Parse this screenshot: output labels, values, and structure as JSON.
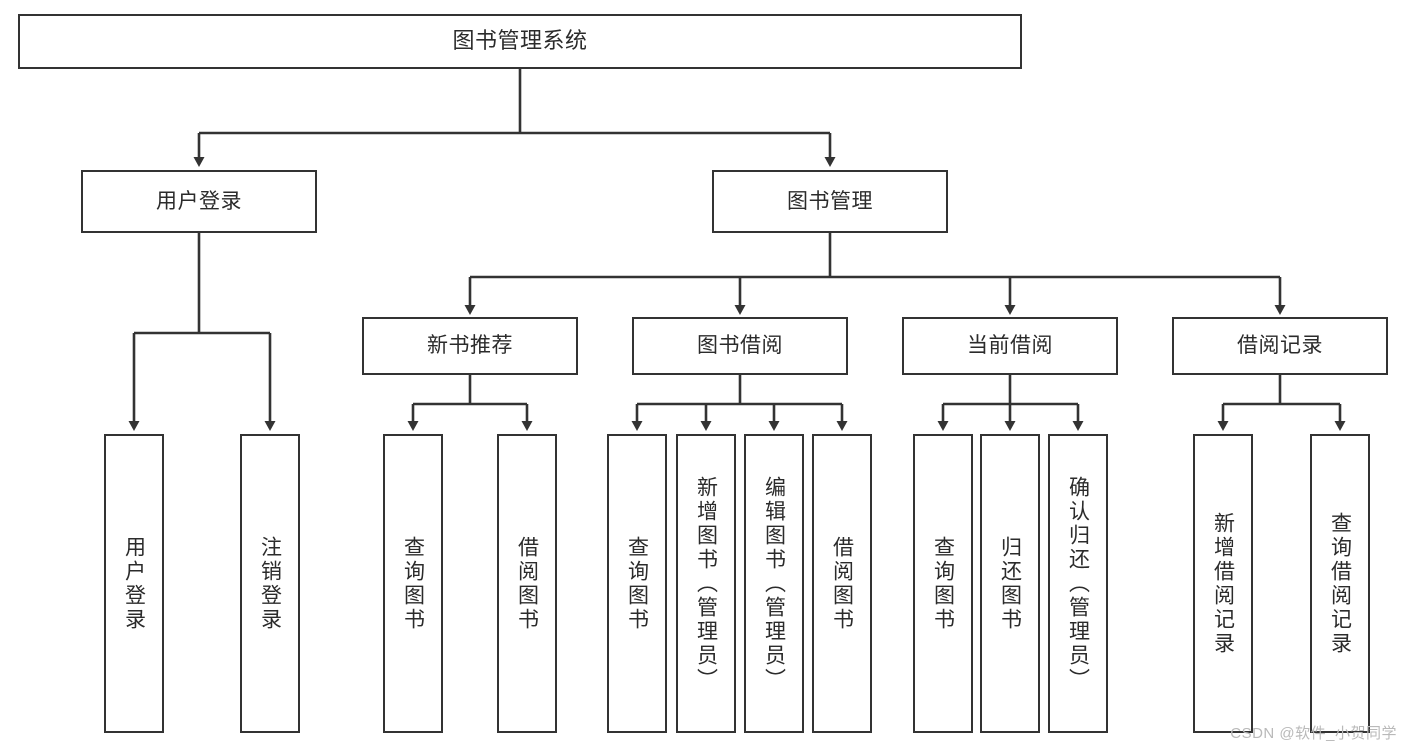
{
  "diagram": {
    "title": "图书管理系统",
    "type": "tree-hierarchy",
    "colors": {
      "box_stroke": "#333333",
      "box_fill": "#ffffff",
      "edge": "#333333",
      "text": "#2b2b2b",
      "watermark": "#b9b9b9",
      "background": "#ffffff"
    },
    "nodes": {
      "root": {
        "label": "图书管理系统"
      },
      "level2": [
        {
          "label": "用户登录"
        },
        {
          "label": "图书管理"
        }
      ],
      "level3": [
        {
          "label": "新书推荐"
        },
        {
          "label": "图书借阅"
        },
        {
          "label": "当前借阅"
        },
        {
          "label": "借阅记录"
        }
      ],
      "leaves": {
        "user_login": [
          {
            "label": "用户登录"
          },
          {
            "label": "注销登录"
          }
        ],
        "new_book_recommend": [
          {
            "label": "查询图书"
          },
          {
            "label": "借阅图书"
          }
        ],
        "book_borrow": [
          {
            "label": "查询图书"
          },
          {
            "label": "新增图书（管理员）"
          },
          {
            "label": "编辑图书（管理员）"
          },
          {
            "label": "借阅图书"
          }
        ],
        "current_borrow": [
          {
            "label": "查询图书"
          },
          {
            "label": "归还图书"
          },
          {
            "label": "确认归还（管理员）"
          }
        ],
        "borrow_record": [
          {
            "label": "新增借阅记录"
          },
          {
            "label": "查询借阅记录"
          }
        ]
      }
    },
    "watermark": "CSDN @软件_小贺同学"
  }
}
